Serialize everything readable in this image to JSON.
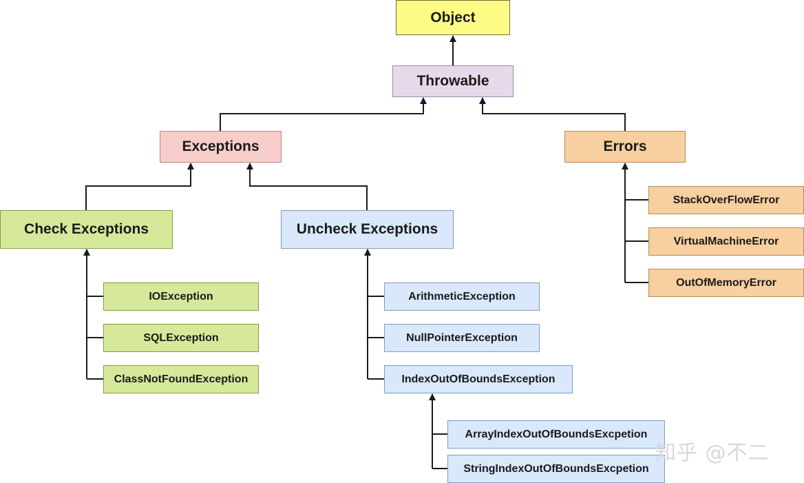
{
  "nodes": {
    "object": "Object",
    "throwable": "Throwable",
    "exceptions": "Exceptions",
    "errors": "Errors",
    "check_exceptions": "Check Exceptions",
    "uncheck_exceptions": "Uncheck Exceptions",
    "io_exception": "IOException",
    "sql_exception": "SQLException",
    "class_not_found_exception": "ClassNotFoundException",
    "arithmetic_exception": "ArithmeticException",
    "null_pointer_exception": "NullPointerException",
    "index_out_of_bounds_exception": "IndexOutOfBoundsException",
    "array_index_out_of_bounds_exception": "ArrayIndexOutOfBoundsExcpetion",
    "string_index_out_of_bounds_exception": "StringIndexOutOfBoundsExcpetion",
    "stack_overflow_error": "StackOverFlowError",
    "virtual_machine_error": "VirtualMachineError",
    "out_of_memory_error": "OutOfMemoryError"
  },
  "edges": [
    {
      "from": "throwable",
      "to": "object"
    },
    {
      "from": "exceptions",
      "to": "throwable"
    },
    {
      "from": "errors",
      "to": "throwable"
    },
    {
      "from": "check_exceptions",
      "to": "exceptions"
    },
    {
      "from": "uncheck_exceptions",
      "to": "exceptions"
    },
    {
      "from": "io_exception",
      "to": "check_exceptions"
    },
    {
      "from": "sql_exception",
      "to": "check_exceptions"
    },
    {
      "from": "class_not_found_exception",
      "to": "check_exceptions"
    },
    {
      "from": "arithmetic_exception",
      "to": "uncheck_exceptions"
    },
    {
      "from": "null_pointer_exception",
      "to": "uncheck_exceptions"
    },
    {
      "from": "index_out_of_bounds_exception",
      "to": "uncheck_exceptions"
    },
    {
      "from": "array_index_out_of_bounds_exception",
      "to": "index_out_of_bounds_exception"
    },
    {
      "from": "string_index_out_of_bounds_exception",
      "to": "index_out_of_bounds_exception"
    },
    {
      "from": "stack_overflow_error",
      "to": "errors"
    },
    {
      "from": "virtual_machine_error",
      "to": "errors"
    },
    {
      "from": "out_of_memory_error",
      "to": "errors"
    }
  ],
  "colors": {
    "object": "#fdfd86",
    "throwable": "#e6d9ea",
    "exceptions": "#f7cecc",
    "errors": "#f8cf9f",
    "check": "#d6e99a",
    "uncheck": "#d9e8fb",
    "line": "#1a1a1a"
  },
  "watermark": "知乎 @不二"
}
